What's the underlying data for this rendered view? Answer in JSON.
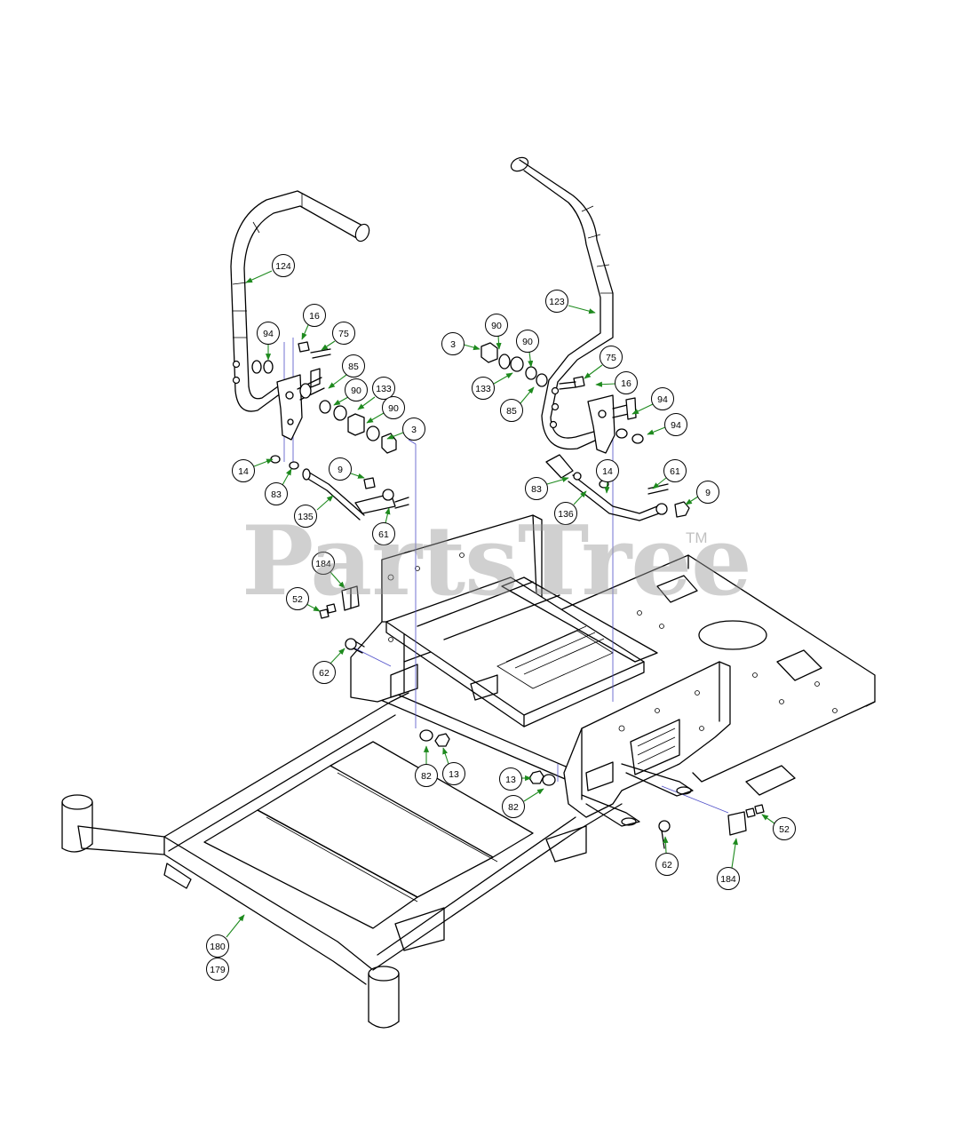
{
  "watermark": {
    "text": "PartsTree",
    "trademark": "TM"
  },
  "colors": {
    "arrow": "#1e8a1e",
    "guide_line": "#5050c8",
    "watermark": "#969696"
  },
  "callouts": [
    {
      "id": "c124",
      "label": "124"
    },
    {
      "id": "c16a",
      "label": "16"
    },
    {
      "id": "c94a",
      "label": "94"
    },
    {
      "id": "c75a",
      "label": "75"
    },
    {
      "id": "c85a",
      "label": "85"
    },
    {
      "id": "c90a",
      "label": "90"
    },
    {
      "id": "c133a",
      "label": "133"
    },
    {
      "id": "c90b",
      "label": "90"
    },
    {
      "id": "c3a",
      "label": "3"
    },
    {
      "id": "c14a",
      "label": "14"
    },
    {
      "id": "c83a",
      "label": "83"
    },
    {
      "id": "c9a",
      "label": "9"
    },
    {
      "id": "c135",
      "label": "135"
    },
    {
      "id": "c61a",
      "label": "61"
    },
    {
      "id": "c123",
      "label": "123"
    },
    {
      "id": "c90c",
      "label": "90"
    },
    {
      "id": "c3b",
      "label": "3"
    },
    {
      "id": "c90d",
      "label": "90"
    },
    {
      "id": "c133b",
      "label": "133"
    },
    {
      "id": "c85b",
      "label": "85"
    },
    {
      "id": "c75b",
      "label": "75"
    },
    {
      "id": "c16b",
      "label": "16"
    },
    {
      "id": "c94b",
      "label": "94"
    },
    {
      "id": "c94c",
      "label": "94"
    },
    {
      "id": "c61b",
      "label": "61"
    },
    {
      "id": "c14b",
      "label": "14"
    },
    {
      "id": "c83b",
      "label": "83"
    },
    {
      "id": "c9b",
      "label": "9"
    },
    {
      "id": "c136",
      "label": "136"
    },
    {
      "id": "c184a",
      "label": "184"
    },
    {
      "id": "c52a",
      "label": "52"
    },
    {
      "id": "c62a",
      "label": "62"
    },
    {
      "id": "c82a",
      "label": "82"
    },
    {
      "id": "c13a",
      "label": "13"
    },
    {
      "id": "c13b",
      "label": "13"
    },
    {
      "id": "c82b",
      "label": "82"
    },
    {
      "id": "c52b",
      "label": "52"
    },
    {
      "id": "c62b",
      "label": "62"
    },
    {
      "id": "c184b",
      "label": "184"
    },
    {
      "id": "c180",
      "label": "180"
    },
    {
      "id": "c179",
      "label": "179"
    }
  ]
}
